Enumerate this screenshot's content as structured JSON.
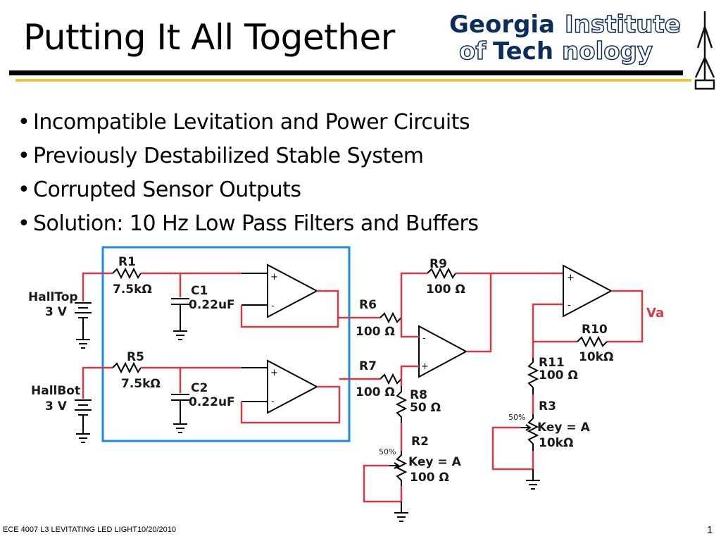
{
  "slide": {
    "title": "Putting It All Together",
    "bullets": [
      "Incompatible Levitation and Power Circuits",
      "Previously Destabilized Stable System",
      "Corrupted Sensor Outputs",
      "Solution: 10 Hz Low Pass Filters and Buffers"
    ],
    "bullet_glyph": "•",
    "footer": "ECE 4007 L3  LEVITATING LED LIGHT10/20/2010",
    "page_number": "1"
  },
  "logo": {
    "line1_bold": "Georgia",
    "line1_outline": "Institute",
    "line2_outline_a": "of",
    "line2_bold": "Tech",
    "line2_outline_b": "nology",
    "colors": {
      "primary": "#0b2d5b",
      "outline_fill": "#ffffff"
    }
  },
  "circuit": {
    "sources": {
      "halltop": {
        "name": "HallTop",
        "voltage": "3 V"
      },
      "hallbot": {
        "name": "HallBot",
        "voltage": "3 V"
      }
    },
    "components": {
      "r1": {
        "name": "R1",
        "value": "7.5kΩ"
      },
      "c1": {
        "name": "C1",
        "value": "0.22uF"
      },
      "r5": {
        "name": "R5",
        "value": "7.5kΩ"
      },
      "c2": {
        "name": "C2",
        "value": "0.22uF"
      },
      "r6": {
        "name": "R6",
        "value": "100 Ω"
      },
      "r7": {
        "name": "R7",
        "value": "100 Ω"
      },
      "r8": {
        "name": "R8",
        "value": "50 Ω"
      },
      "r2": {
        "name": "R2",
        "key": "Key = A",
        "value": "100 Ω",
        "percent": "50%"
      },
      "r9": {
        "name": "R9",
        "value": "100 Ω"
      },
      "r10": {
        "name": "R10",
        "value": "10kΩ"
      },
      "r11": {
        "name": "R11",
        "value": "100 Ω"
      },
      "r3": {
        "name": "R3",
        "key": "Key = A",
        "value": "10kΩ",
        "percent": "50%"
      }
    },
    "output_label": "Va",
    "opamp_signs": {
      "plus": "+",
      "minus": "-"
    },
    "colors": {
      "wire": "#d23b46",
      "highlight_box": "#1e88e5",
      "components": "#000000"
    }
  }
}
